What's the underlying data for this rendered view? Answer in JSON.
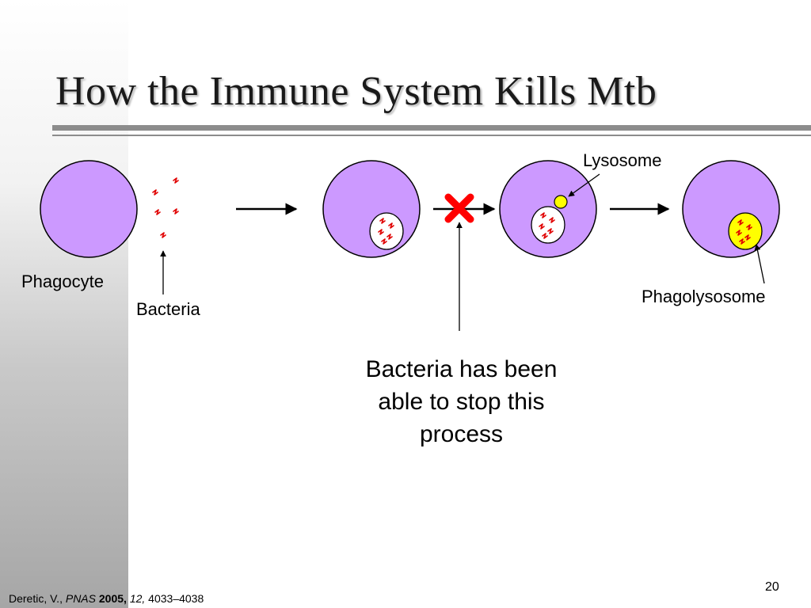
{
  "slide": {
    "title": "How the Immune System Kills Mtb",
    "page_number": "20"
  },
  "diagram": {
    "labels": {
      "phagocyte": "Phagocyte",
      "bacteria": "Bacteria",
      "lysosome": "Lysosome",
      "phagolysosome": "Phagolysosome"
    },
    "caption": {
      "line1": "Bacteria has been",
      "line2": "able to stop this",
      "line3": "process"
    },
    "colors": {
      "cell_fill": "#cc99ff",
      "lysosome_fill": "#ffff00",
      "bacteria_stroke": "#e00000",
      "block_x": "#ff0000"
    },
    "icons": [
      "block-x-icon",
      "arrow-icon",
      "squiggle-bacteria-icon"
    ]
  },
  "footer": {
    "author": "Deretic, V.,",
    "journal": "PNAS",
    "year": "2005,",
    "volume": "12,",
    "pages": "4033–4038"
  }
}
